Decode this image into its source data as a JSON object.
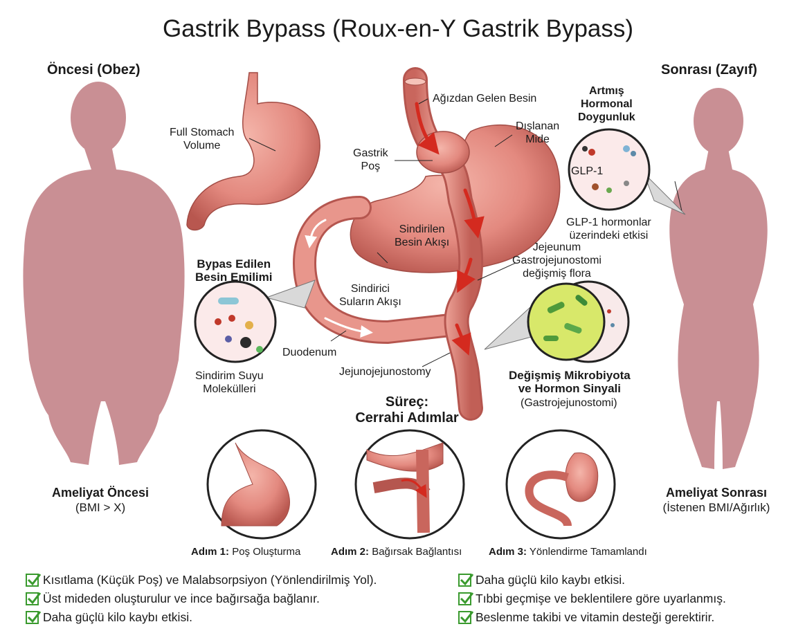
{
  "title": "Gastrik Bypass (Roux-en-Y Gastrik Bypass)",
  "left": {
    "heading": "Öncesi (Obez)",
    "caption_bold": "Ameliyat Öncesi",
    "caption_sub": "(BMI > X)"
  },
  "right": {
    "heading": "Sonrası (Zayıf)",
    "caption_bold": "Ameliyat Sonrası",
    "caption_sub": "(İstenen BMI/Ağırlık)"
  },
  "labels": {
    "full_stomach": "Full Stomach\nVolume",
    "food_from_mouth": "Ağızdan Gelen Besin",
    "excluded_stomach": "Dışlanan\nMide",
    "gastric_pouch": "Gastrik\nPoş",
    "digested_flow": "Sindirilen\nBesin Akışı",
    "digestive_juice_flow": "Sindirici\nSuların Akışı",
    "duodenum": "Duodenum",
    "jejunojejunostomy": "Jejunojejunostomy",
    "jejunum_gj": "Jejeunum\nGastrojejunostomi\ndeğişmiş flora",
    "hormonal_title": "Artmış\nHormonal\nDoygunluk",
    "glp1": "GLP-1",
    "glp1_effect": "GLP-1 hormonlar\nüzerindeki etkisi",
    "bypassed_title": "Bypas Edilen\nBesin Emilimi",
    "juice_molecules": "Sindirim Suyu\nMolekülleri",
    "microbiota_title": "Değişmiş Mikrobiyota\nve Hormon Sinyali",
    "microbiota_sub": "(Gastrojejunostomi)"
  },
  "process": {
    "title": "Süreç:\nCerrahi Adımlar",
    "steps": [
      {
        "num": "Adım 1:",
        "text": "Poş Oluşturma"
      },
      {
        "num": "Adım 2:",
        "text": "Bağırsak Bağlantısı"
      },
      {
        "num": "Adım 3:",
        "text": "Yönlendirme Tamamlandı"
      }
    ]
  },
  "bullets_left": [
    "Kısıtlama (Küçük Poş) ve Malabsorpsiyon (Yönlendirilmiş Yol).",
    "Üst mideden oluşturulur ve ince bağırsağa bağlanır.",
    "Daha güçlü kilo kaybı etkisi."
  ],
  "bullets_right": [
    "Daha güçlü kilo kaybı etkisi.",
    "Tıbbi geçmişe ve beklentilere göre uyarlanmış.",
    "Beslenme takibi ve vitamin desteği gerektirir."
  ],
  "colors": {
    "silhouette": "#c98f94",
    "tissue": "#e49088",
    "tissue_dark": "#b5564f",
    "arrow_red": "#d42a1f",
    "check_green": "#3a9a2e",
    "microbe_bg": "#d8e86a"
  }
}
